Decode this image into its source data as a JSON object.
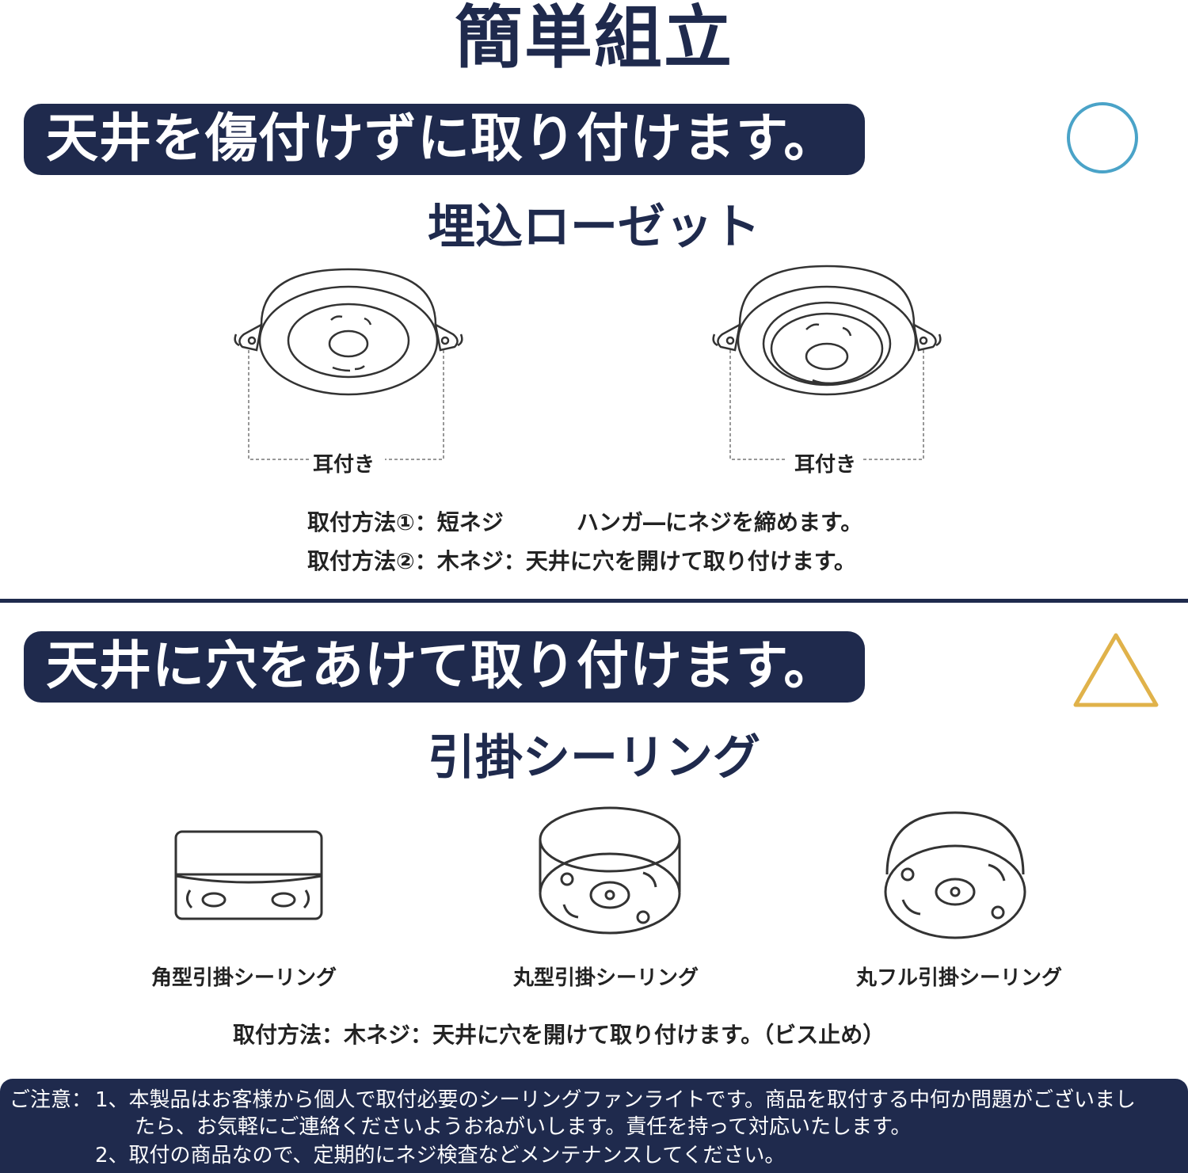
{
  "title": "簡単組立",
  "section1": {
    "banner": "天井を傷付けずに取り付けます。",
    "mark_color": "#4aa3c8",
    "mark_icon": "circle-mark-icon",
    "subhead": "埋込ローゼット",
    "left_caption": "耳付き",
    "right_caption": "耳付き",
    "method1_label": "取付方法①：短ネジ",
    "method1_desc": "ハンガ―にネジを締めます。",
    "method2": "取付方法②：木ネジ：天井に穴を開けて取り付けます。"
  },
  "section2": {
    "banner": "天井に穴をあけて取り付けます。",
    "mark_color": "#e0b24a",
    "mark_icon": "triangle-mark-icon",
    "subhead": "引掛シーリング",
    "items": [
      {
        "label": "角型引掛シーリング",
        "icon": "square-ceiling-icon"
      },
      {
        "label": "丸型引掛シーリング",
        "icon": "round-ceiling-icon"
      },
      {
        "label": "丸フル引掛シーリング",
        "icon": "round-full-ceiling-icon"
      }
    ],
    "method": "取付方法：木ネジ：天井に穴を開けて取り付けます。（ビス止め）"
  },
  "notice": {
    "label": "ご注意：",
    "line1": "1、本製品はお客様から個人で取付必要のシーリングファンライトです。商品を取付する中何か問題がございまし",
    "line2": "たら、お気軽にご連絡くださいようおねがいします。責任を持って対応いたします。",
    "line3": "2、取付の商品なので、定期的にネジ検査などメンテナンスしてください。"
  },
  "colors": {
    "navy": "#1f2a4d",
    "circle": "#4aa3c8",
    "triangle": "#e0b24a"
  }
}
